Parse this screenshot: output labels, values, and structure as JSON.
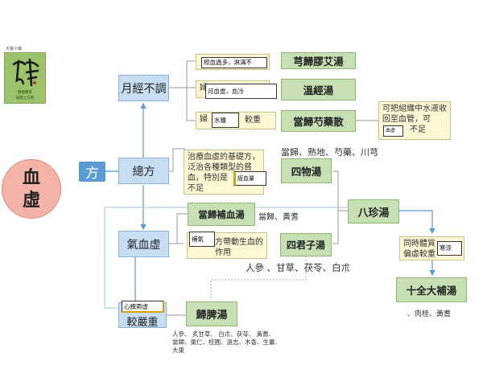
{
  "brand": {
    "tag": "大醫小鎮",
    "logo_caption_1": "整體體質",
    "logo_caption_2": "調整之方劑"
  },
  "center": {
    "line1": "血",
    "line2": "虛"
  },
  "fang_label": "方",
  "categories": {
    "menstrual": "月經不調",
    "general": "總方",
    "qi_blood": "氣血虛",
    "severe": "較嚴重"
  },
  "formulas": {
    "xiong_gui_jiao_ai": "芎歸膠艾湯",
    "wen_jing": "溫經湯",
    "dang_gui_shao_yao": "當歸芍藥散",
    "si_wu": "四物湯",
    "ba_zhen": "八珍湯",
    "dang_gui_bu_xue": "當歸補血湯",
    "si_jun_zi": "四君子湯",
    "shi_quan_da_bu": "十全大補湯",
    "gui_pi": "歸脾湯"
  },
  "descriptions": {
    "d1_hidden": "婦",
    "d2_hidden": "婦",
    "d3": "婦",
    "d3_tail": "較重",
    "si_wu_desc": "治療血虛的基礎方，泛治各種類型的貧血，特別是",
    "si_wu_desc_tail": "不足",
    "dang_gui_shao_yao_desc": "可把組織中水液收回至血管，可",
    "dang_gui_shao_yao_tail": "不足",
    "si_jun_zi_desc": "方帶動生血的作用",
    "shi_quan_desc": "同時體質",
    "shi_quan_desc2": "偏虛較重"
  },
  "stamps": {
    "s1": "經血過多，淋漓不",
    "s2": "月血虛，血冷",
    "s3": "水腫",
    "s4": "血虛",
    "s5": "經血量",
    "s6": "補氣",
    "s7": "寒涼",
    "s8": "心脾兩虛"
  },
  "ingredients": {
    "si_wu": "當歸、熟地、芍藥、川芎",
    "dang_gui_bu_xue": "當歸、黃耆",
    "si_jun_zi": "人參 、甘草、茯苓、白朮",
    "shi_quan": "、肉桂、黃耆",
    "gui_pi_1": "人參、 炙甘草、 白朮、茯苓、 黃耆、",
    "gui_pi_2": "當歸、棗仁、桂圓、遠志、木香、生薑、",
    "gui_pi_3": "大棗"
  }
}
